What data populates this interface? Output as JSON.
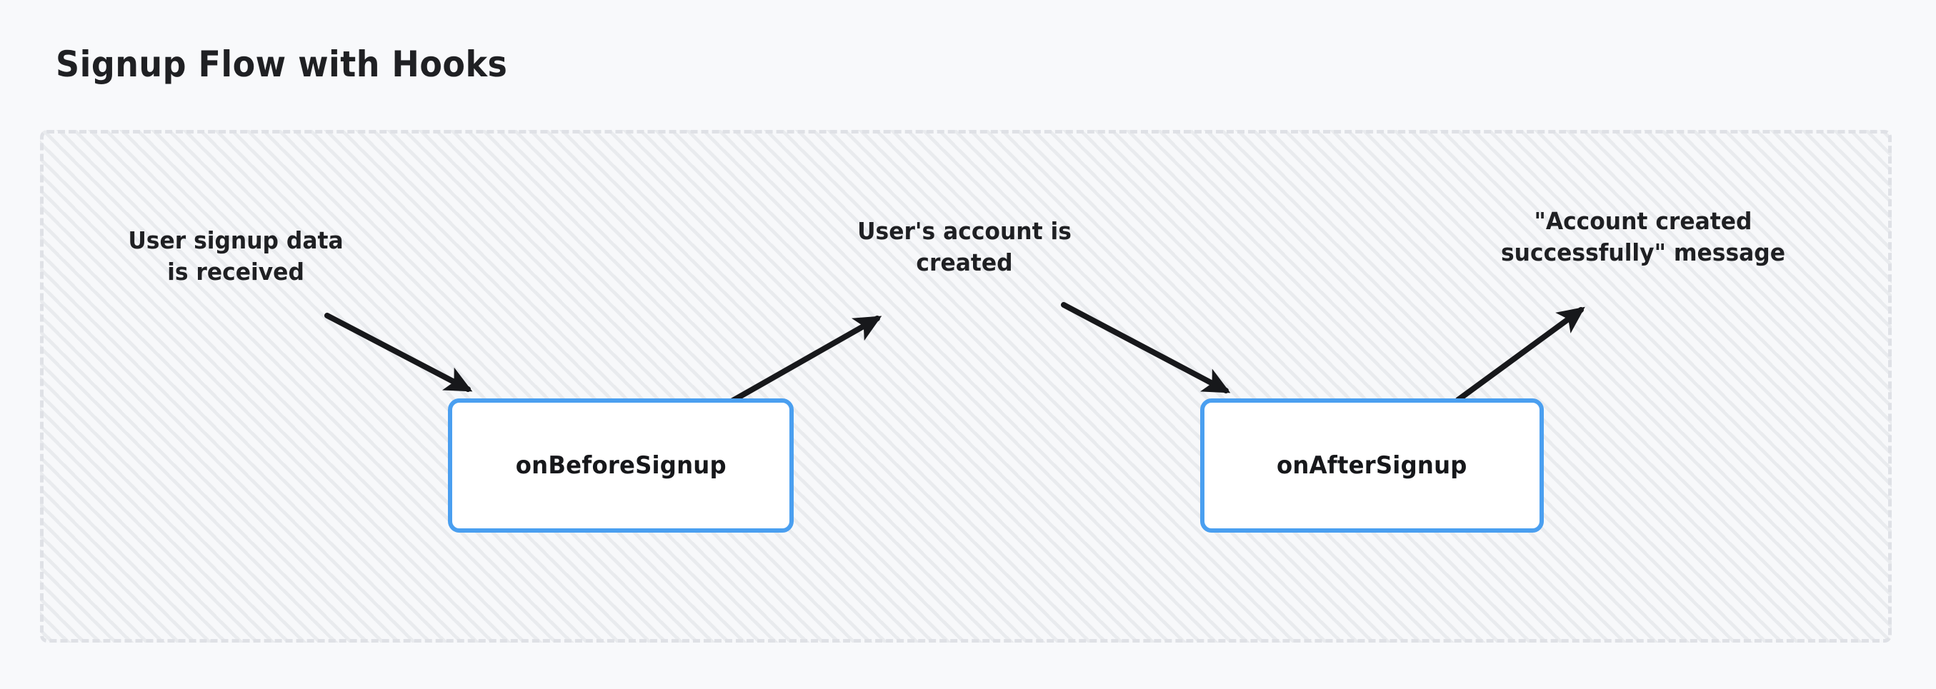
{
  "page": {
    "background_color": "#f8f9fb",
    "title": "Signup Flow with Hooks"
  },
  "container": {
    "border_style": "dashed",
    "border_color": "#dfe1e6",
    "fill_color": "#f7f8fa",
    "hatch_color": "#e9ebee"
  },
  "nodes": [
    {
      "id": "on-before-signup",
      "label": "onBeforeSignup",
      "border_color": "#4a9ff0",
      "fill_color": "#ffffff"
    },
    {
      "id": "on-after-signup",
      "label": "onAfterSignup",
      "border_color": "#4a9ff0",
      "fill_color": "#ffffff"
    }
  ],
  "edges": [
    {
      "id": "edge-input-to-before",
      "label": "User signup data\nis received",
      "direction": "into-onBeforeSignup",
      "color": "#17181b"
    },
    {
      "id": "edge-before-to-account-created",
      "label": "User's account is\ncreated",
      "direction": "out-of-onBeforeSignup",
      "color": "#17181b"
    },
    {
      "id": "edge-account-created-to-after",
      "label": "",
      "direction": "into-onAfterSignup",
      "color": "#17181b"
    },
    {
      "id": "edge-after-to-message",
      "label": "\"Account created\nsuccessfully\" message",
      "direction": "out-of-onAfterSignup",
      "color": "#17181b"
    }
  ],
  "arrow_color": "#17181b"
}
